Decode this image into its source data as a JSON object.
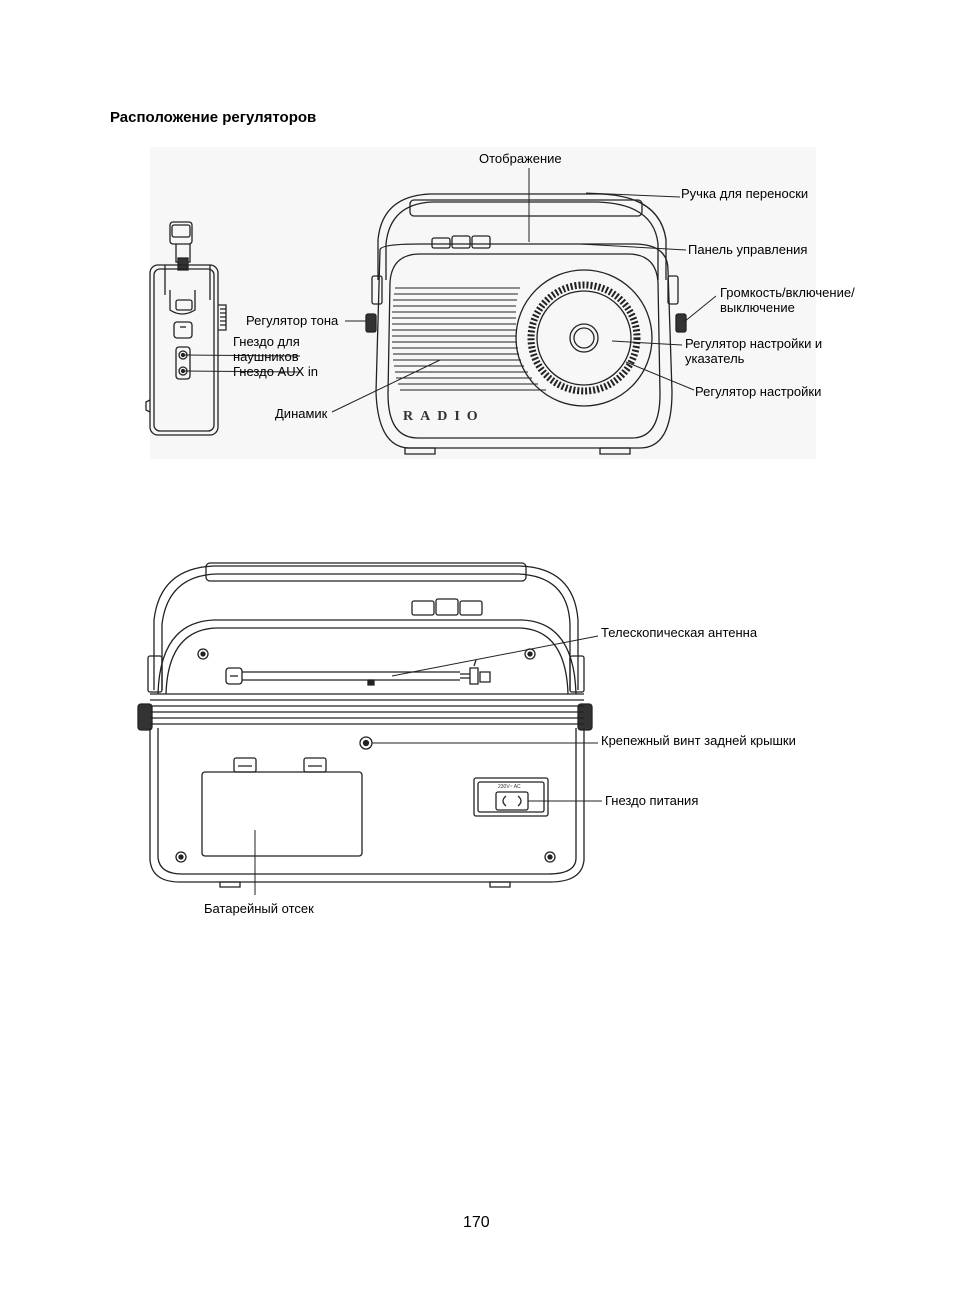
{
  "heading": "Расположение регуляторов",
  "front_view": {
    "display": "Отображение",
    "carry_handle": "Ручка для переноски",
    "control_panel": "Панель управления",
    "volume_line1": "Громкость/включение/",
    "volume_line2": "выключение",
    "tone_control": "Регулятор тона",
    "headphone_line1": "Гнездо для",
    "headphone_line2": "наушников",
    "aux_in": "Гнездо AUX in",
    "speaker": "Динамик",
    "tuning_pointer_line1": "Регулятор настройки и",
    "tuning_pointer_line2": "указатель",
    "tuning_control": "Регулятор настройки",
    "radio_logo": "RADIO"
  },
  "rear_view": {
    "antenna": "Телескопическая антенна",
    "cover_screw": "Крепежный винт задней крышки",
    "power_socket": "Гнездо питания",
    "power_rating": "230V~ AC",
    "battery_compartment": "Батарейный отсек"
  },
  "page_number": "170"
}
